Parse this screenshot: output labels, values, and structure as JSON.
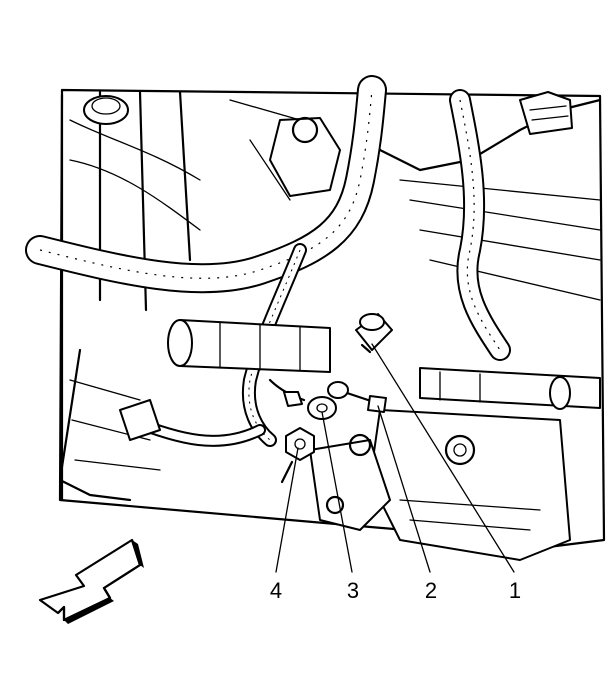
{
  "callouts": [
    {
      "label": "4"
    },
    {
      "label": "3"
    },
    {
      "label": "2"
    },
    {
      "label": "1"
    }
  ],
  "icons": {
    "direction_arrow": "front-direction-arrow-icon"
  }
}
